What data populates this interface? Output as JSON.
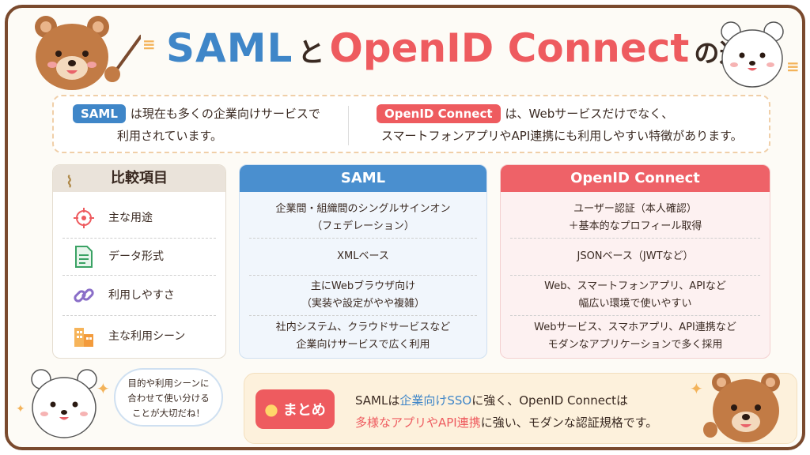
{
  "title": {
    "saml": "SAML",
    "to": "と",
    "oidc": "OpenID Connect",
    "diff": "の違い"
  },
  "intro": {
    "saml_pill": "SAML",
    "saml_line1": "は現在も多くの企業向けサービスで",
    "saml_line2": "利用されています。",
    "oidc_pill": "OpenID Connect",
    "oidc_line1": "は、Webサービスだけでなく、",
    "oidc_line2": "スマートフォンアプリやAPI連携にも利用しやすい特徴があります。"
  },
  "table": {
    "items_header": "比較項目",
    "items": [
      {
        "label": "主な用途",
        "icon": "target-icon"
      },
      {
        "label": "データ形式",
        "icon": "document-icon"
      },
      {
        "label": "利用しやすさ",
        "icon": "link-icon"
      },
      {
        "label": "主な利用シーン",
        "icon": "building-icon"
      }
    ],
    "saml_header": "SAML",
    "saml": [
      [
        "企業間・組織間のシングルサインオン",
        "（フェデレーション）"
      ],
      [
        "XMLベース"
      ],
      [
        "主にWebブラウザ向け",
        "（実装や設定がやや複雑）"
      ],
      [
        "社内システム、クラウドサービスなど",
        "企業向けサービスで広く利用"
      ]
    ],
    "oidc_header": "OpenID Connect",
    "oidc": [
      [
        "ユーザー認証（本人確認）",
        "＋基本的なプロフィール取得"
      ],
      [
        "JSONベース（JWTなど）"
      ],
      [
        "Web、スマートフォンアプリ、APIなど",
        "幅広い環境で使いやすい"
      ],
      [
        "Webサービス、スマホアプリ、API連携など",
        "モダンなアプリケーションで多く採用"
      ]
    ]
  },
  "bubble": {
    "line1": "目的や利用シーンに",
    "line2": "合わせて使い分ける",
    "line3": "ことが大切だね！"
  },
  "summary": {
    "badge": "まとめ",
    "l1_a": "SAMLは",
    "l1_b": "企業向けSSO",
    "l1_c": "に強く、OpenID Connectは",
    "l2_a": "多様なアプリやAPI連携",
    "l2_b": "に強い、モダンな認証規格です。"
  },
  "colors": {
    "saml": "#3f86c8",
    "oidc": "#ee5b5f",
    "frame": "#7a4a2e",
    "accent": "#f3b35a"
  }
}
